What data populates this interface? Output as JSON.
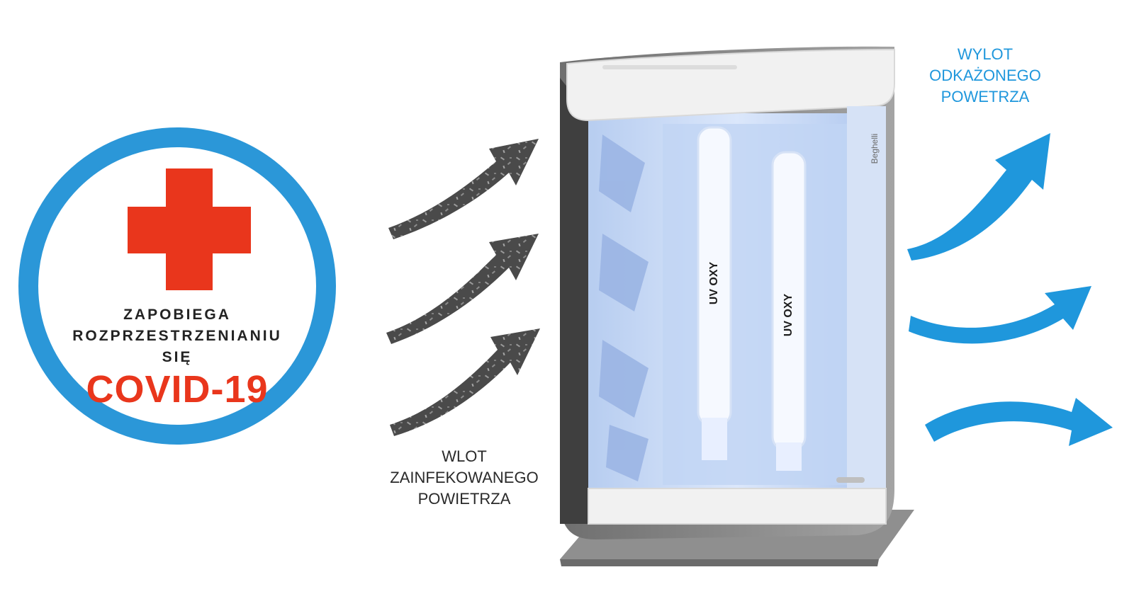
{
  "badge": {
    "line1": "ZAPOBIEGA",
    "line2": "ROZPRZESTRZENIANIU",
    "line3": "SIĘ",
    "headline": "COVID-19",
    "ring_color": "#2b97d8",
    "cross_color": "#e9361c"
  },
  "inlet": {
    "line1": "WLOT",
    "line2": "ZAINFEKOWANEGO",
    "line3": "POWIETRZA",
    "arrow_color": "#4a4a4a"
  },
  "outlet": {
    "line1": "WYLOT",
    "line2": "ODKAŻONEGO",
    "line3": "POWETRZA",
    "arrow_color": "#1f97dc"
  },
  "device": {
    "brand": "Beghelli",
    "lamp_logo": "UV OXY",
    "frame_color": "#8f8f8f",
    "glow_color": "#c9dcf7"
  }
}
